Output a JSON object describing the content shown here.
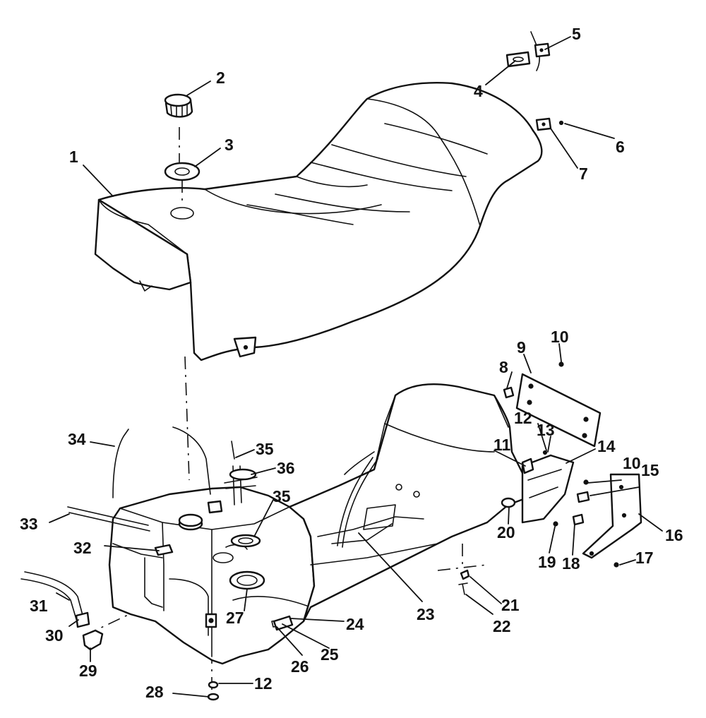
{
  "diagram": {
    "callouts": [
      "1",
      "2",
      "3",
      "4",
      "5",
      "6",
      "7",
      "8",
      "9",
      "10",
      "10",
      "11",
      "12",
      "12",
      "13",
      "14",
      "15",
      "16",
      "17",
      "18",
      "19",
      "20",
      "21",
      "22",
      "23",
      "24",
      "25",
      "26",
      "27",
      "28",
      "29",
      "30",
      "31",
      "32",
      "33",
      "34",
      "35",
      "35",
      "36"
    ]
  }
}
